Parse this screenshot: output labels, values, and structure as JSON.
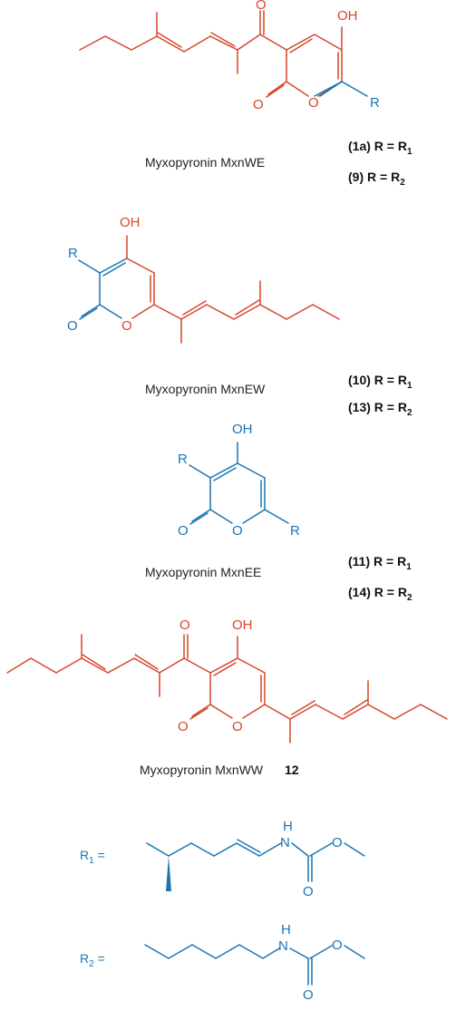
{
  "atoms": {
    "oxygen": "O",
    "hydroxyl": "OH",
    "r_group": "R",
    "nh": "H",
    "n": "N"
  },
  "compounds": [
    {
      "caption": "Myxopyronin MxnWE",
      "labels": [
        "(1a) R = R",
        "(9)  R = R"
      ],
      "subs": [
        "1",
        "2"
      ]
    },
    {
      "caption": "Myxopyronin MxnEW",
      "labels": [
        "(10)  R = R",
        "(13)  R = R"
      ],
      "subs": [
        "1",
        "2"
      ]
    },
    {
      "caption": "Myxopyronin MxnEE",
      "labels": [
        "(11)  R = R",
        "(14)  R = R"
      ],
      "subs": [
        "1",
        "2"
      ]
    },
    {
      "caption": "Myxopyronin MxnWW",
      "labels": [
        "12"
      ]
    }
  ],
  "r_definitions": [
    {
      "label": "R",
      "sub": "1",
      "eq": " ="
    },
    {
      "label": "R",
      "sub": "2",
      "eq": " ="
    }
  ],
  "colors": {
    "wild_type": "#d6452c",
    "engineered": "#1b75b3",
    "text": "#222222"
  }
}
